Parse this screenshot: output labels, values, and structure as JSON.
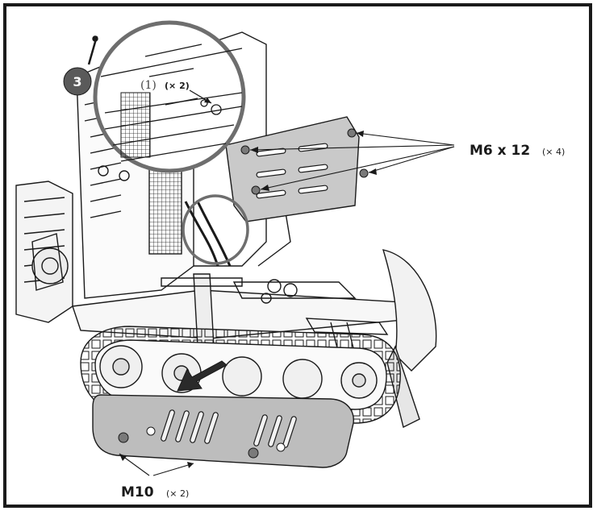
{
  "step": {
    "number": "3"
  },
  "callout_detail": {
    "index": "(1)",
    "qty": "(× 2)"
  },
  "fastener_top": {
    "size": "M6 x 12",
    "qty": "(× 4)"
  },
  "fastener_bottom": {
    "size": "M10",
    "qty": "(× 2)"
  },
  "colors": {
    "ink": "#1a1a1a",
    "plate_fill": "#c9c9c9",
    "guard_fill": "#bdbdbd",
    "callout_ring": "#6e6e6e",
    "badge": "#5a5a5a"
  }
}
